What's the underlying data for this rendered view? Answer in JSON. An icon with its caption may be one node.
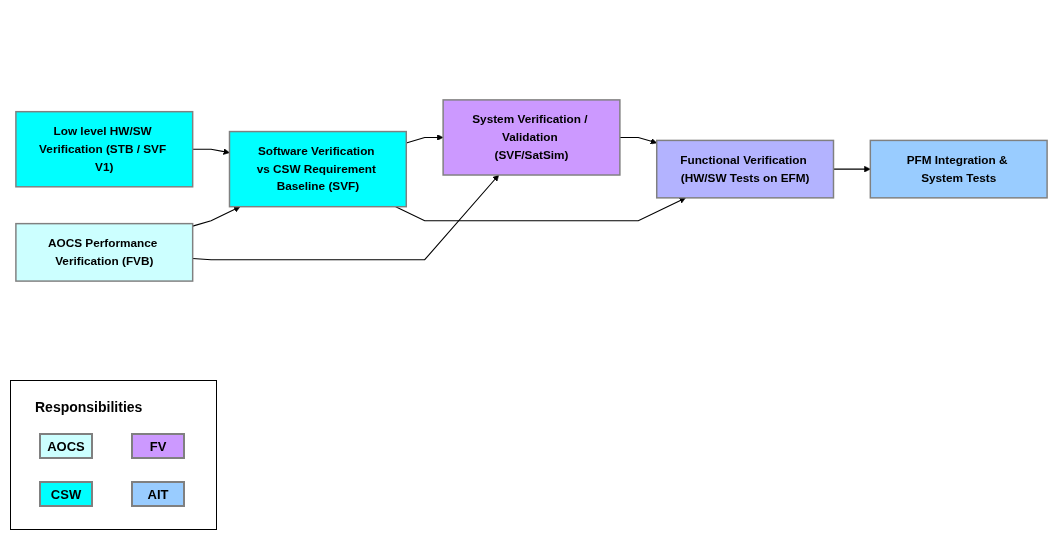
{
  "diagram": {
    "nodes": [
      {
        "text": [
          "AOCS Performance Verification (FVB)"
        ]
      },
      {
        "text": [
          "Low level HW/SW Verification (STB / SVF V1)"
        ]
      },
      {
        "text": [
          "Software Verification vs CSW Requirement Baseline (SVF)"
        ]
      },
      {
        "text": [
          "System Verification / Validation (SVF/SatSim)"
        ]
      },
      {
        "text": [
          "Functional Verification (HW/SW Tests on EFM)"
        ]
      },
      {
        "text": [
          "PFM Integration & System Tests"
        ]
      }
    ],
    "edges": [
      {
        "from": 0,
        "to": 2,
        "arrow": "to"
      },
      {
        "from": 0,
        "to": 3,
        "arrow": "to"
      },
      {
        "from": 1,
        "to": 2,
        "arrow": "to"
      },
      {
        "from": 2,
        "to": 3,
        "arrow": "to"
      },
      {
        "from": 2,
        "to": 4,
        "arrow": "to"
      },
      {
        "from": 3,
        "to": 4,
        "arrow": "to"
      },
      {
        "from": 4,
        "to": 5,
        "arrow": "to"
      }
    ],
    "labels": [
      "Responsibilities"
    ],
    "legend": [
      {
        "text": "AOCS",
        "color": "#ccffff"
      },
      {
        "text": "FV",
        "color": "#cc99ff"
      },
      {
        "text": "CSW",
        "color": "#00ffff"
      },
      {
        "text": "AIT",
        "color": "#99ccff"
      }
    ]
  }
}
